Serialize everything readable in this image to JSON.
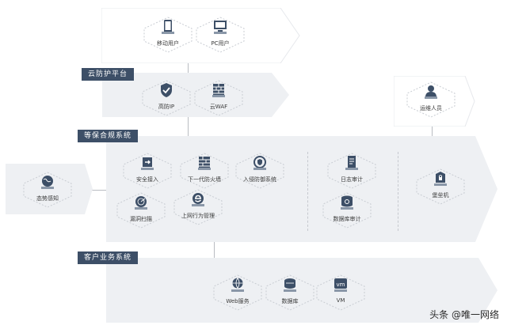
{
  "sections": {
    "cloud": {
      "title": "云防护平台"
    },
    "compliance": {
      "title": "等保合规系统"
    },
    "business": {
      "title": "客户业务系统"
    }
  },
  "nodes": {
    "mobile_user": "移动用户",
    "pc_user": "PC用户",
    "anti_ddos_ip": "高防IP",
    "cloud_waf": "云WAF",
    "ops_staff": "运维人员",
    "situational": "态势感知",
    "secure_access": "安全接入",
    "ngfw": "下一代防火墙",
    "ids": "入侵防御系统",
    "log_audit": "日志审计",
    "bastion": "堡垒机",
    "vuln_scan": "漏洞扫描",
    "web_behavior": "上网行为管理",
    "db_audit": "数据库审计",
    "web_service": "Web服务",
    "database": "数据库",
    "vm": "VM"
  },
  "icons": {
    "mobile_user": "mobile-phone-icon",
    "pc_user": "pc-monitor-icon",
    "anti_ddos_ip": "shield-check-icon",
    "cloud_waf": "waf-wall-icon",
    "ops_staff": "person-icon",
    "situational": "globe-icon",
    "secure_access": "login-icon",
    "ngfw": "firewall-brick-icon",
    "ids": "shield-ring-icon",
    "log_audit": "document-icon",
    "bastion": "bastion-lock-icon",
    "vuln_scan": "radar-icon",
    "web_behavior": "internet-explorer-icon",
    "db_audit": "database-search-icon",
    "web_service": "server-globe-icon",
    "database": "db-disk-icon",
    "vm": "vm-icon"
  },
  "watermark": "头条 @唯一网络",
  "colors": {
    "tag": "#3d4f67",
    "panel": "#eef0f3",
    "icon": "#3d4f67"
  }
}
